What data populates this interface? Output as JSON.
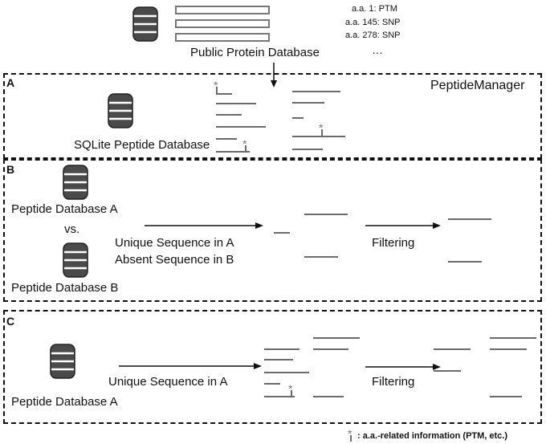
{
  "top": {
    "db_label": "Public Protein Database",
    "annotations": [
      "a.a. 1: PTM",
      "a.a. 145: SNP",
      "a.a. 278: SNP",
      "…"
    ]
  },
  "panel_a": {
    "letter": "A",
    "tool_name": "PeptideManager",
    "db_label": "SQLite Peptide Database"
  },
  "panel_b": {
    "letter": "B",
    "db_a_label": "Peptide Database A",
    "vs_label": "vs.",
    "db_b_label": "Peptide Database B",
    "compare_line1": "Unique Sequence in A",
    "compare_line2": "Absent Sequence in B",
    "filter_label": "Filtering"
  },
  "panel_c": {
    "letter": "C",
    "db_label": "Peptide Database A",
    "compare_label": "Unique Sequence in A",
    "filter_label": "Filtering"
  },
  "legend": {
    "marker": "*",
    "text": ": a.a.-related information (PTM, etc.)"
  },
  "colors": {
    "line": "#6b6b6b",
    "db": "#4a4a4a",
    "border": "#111111"
  }
}
